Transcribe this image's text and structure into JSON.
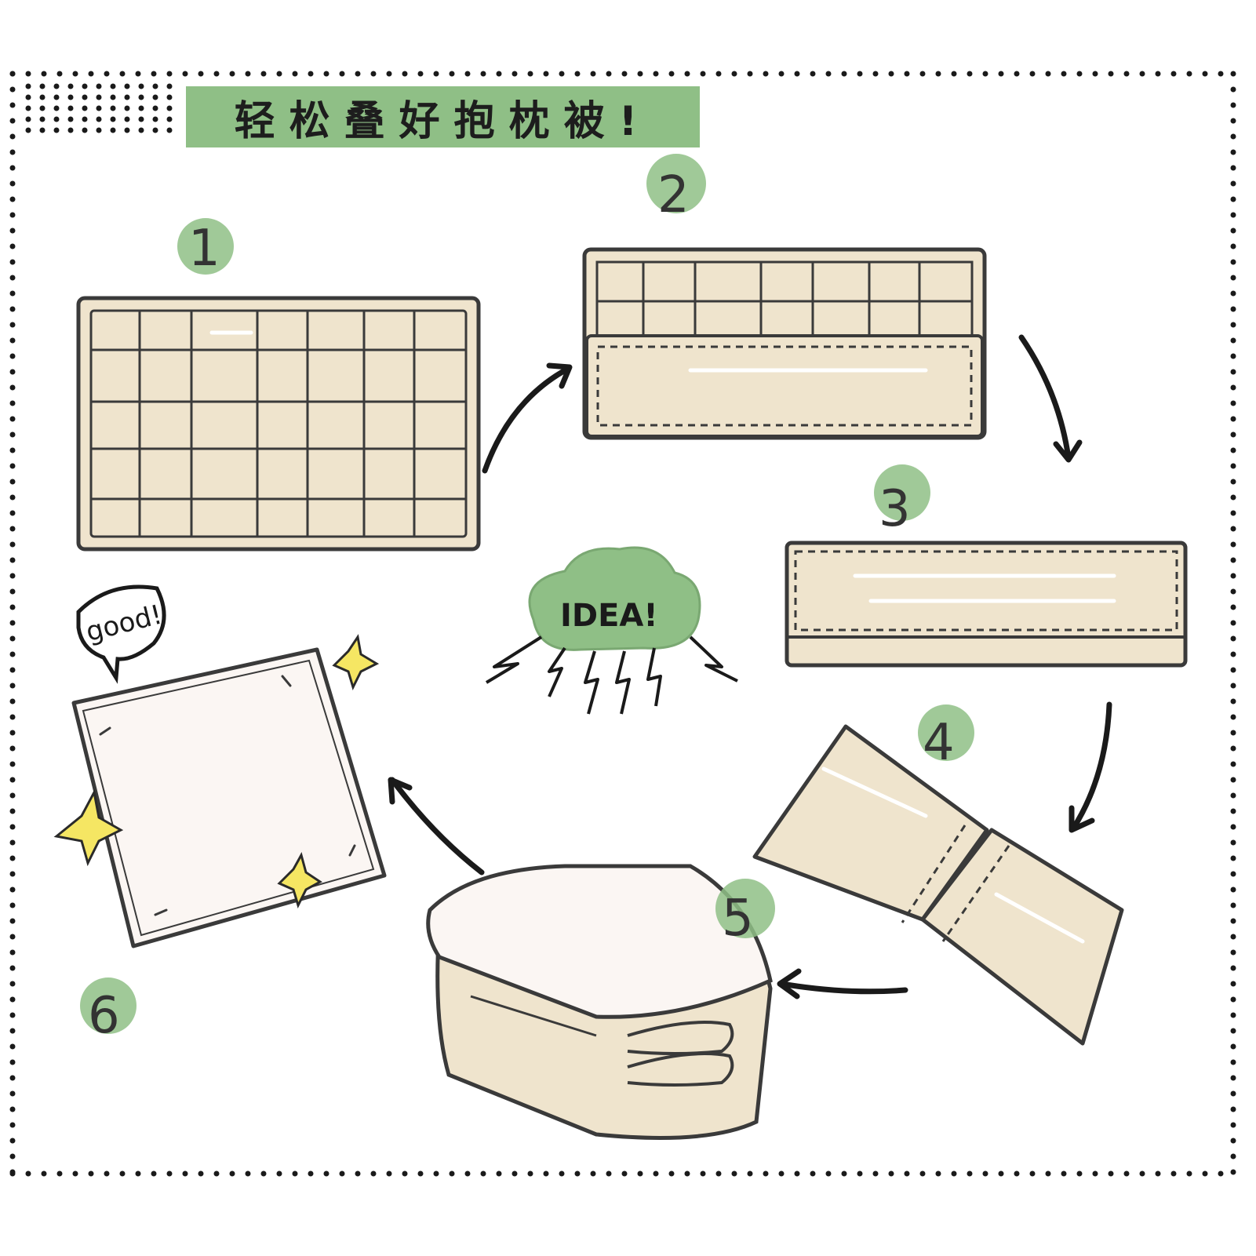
{
  "title": "轻松叠好抱枕被!",
  "steps": [
    "1",
    "2",
    "3",
    "4",
    "5",
    "6"
  ],
  "idea_label": "IDEA!",
  "speech_bubble": "good!",
  "colors": {
    "quilt_fill": "#efe4cd",
    "pillow_fill": "#fbf6f3",
    "outline": "#3a3a3a",
    "accent_green": "#8fbf86",
    "sparkle_yellow": "#f5e663"
  }
}
